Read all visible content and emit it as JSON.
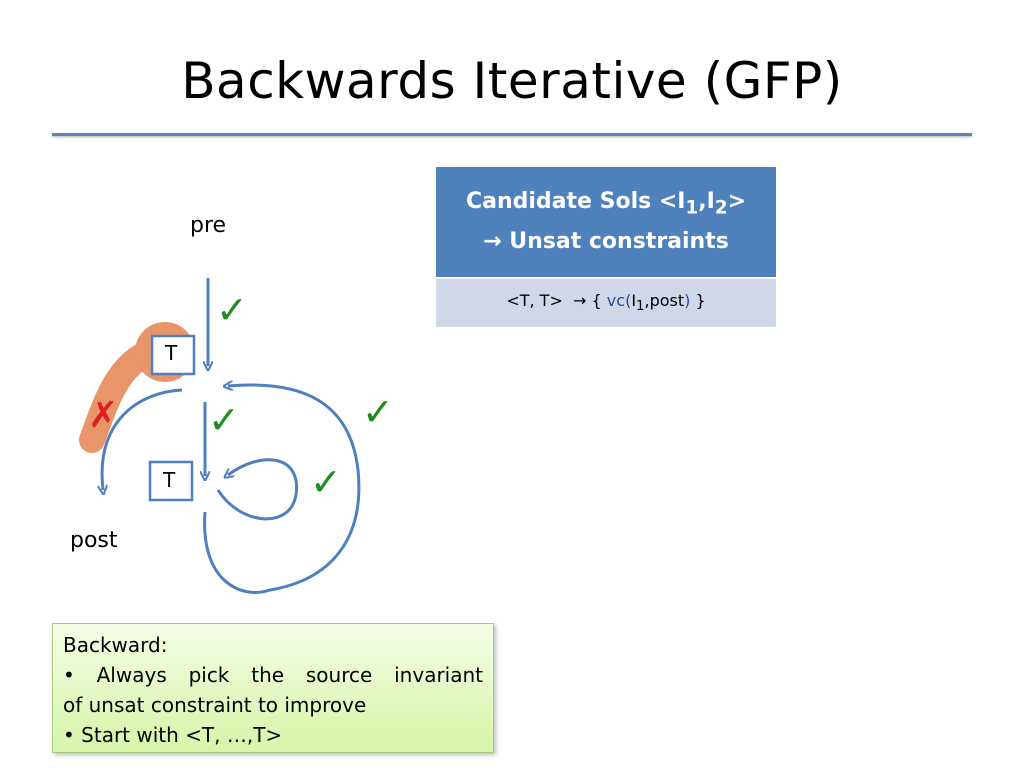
{
  "title": "Backwards Iterative (GFP)",
  "diagram": {
    "pre_label": "pre",
    "post_label": "post",
    "node_top_label": "T",
    "node_bottom_label": "T",
    "check_mark": "✓",
    "cross_mark": "✗",
    "colors": {
      "arrow": "#4f7fbf",
      "check": "#1e8c1e",
      "cross": "#e02020",
      "highlight": "#e8956a"
    }
  },
  "table": {
    "header_line1_prefix": "Candidate Sols <I",
    "header_sub1": "1",
    "header_comma": ",I",
    "header_sub2": "2",
    "header_close": ">",
    "header_line2": "Unsat constraints",
    "header_arrow": "→",
    "row_prefix": "<T, T>",
    "row_arrow": "→",
    "row_brace_open": "{",
    "row_vc": "vc",
    "row_paren_open": "(",
    "row_I": "I",
    "row_sub": "1",
    "row_post": ",post",
    "row_paren_close": ")",
    "row_brace_close": "}"
  },
  "note": {
    "heading": "Backward:",
    "bullet1_line1": "• Always pick the source invariant",
    "bullet1_line2": "of  unsat constraint to improve",
    "bullet2": "•  Start with <T, …,T>"
  }
}
